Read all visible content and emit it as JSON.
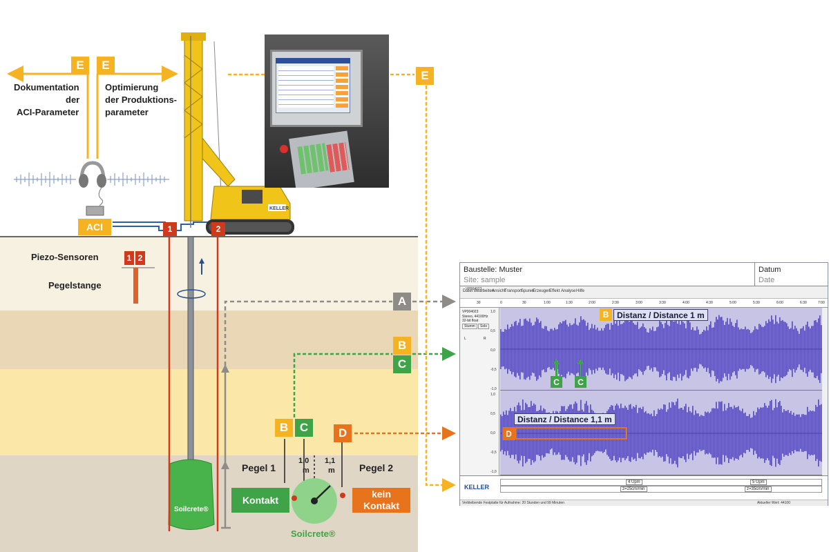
{
  "labels": {
    "doc": [
      "Dokumentation",
      "der",
      "ACI-Parameter"
    ],
    "opt": [
      "Optimierung",
      "der Produktions-",
      "parameter"
    ],
    "aci": "ACI",
    "piezo": "Piezo-Sensoren",
    "pegelstange": "Pegelstange",
    "soilcrete": "Soilcrete®",
    "pegel1": "Pegel 1",
    "pegel2": "Pegel 2",
    "kontakt": "Kontakt",
    "kein_kontakt": [
      "kein",
      "Kontakt"
    ],
    "dist1": [
      "1,0",
      "m"
    ],
    "dist2": [
      "1,1",
      "m"
    ],
    "sensor1": "1",
    "sensor2": "2"
  },
  "tags": {
    "A": "A",
    "B": "B",
    "C": "C",
    "D": "D",
    "E": "E"
  },
  "window": {
    "baustelle": "Baustelle: Muster",
    "site": "Site: sample",
    "datum": "Datum",
    "date": "Date",
    "title": "VP004023",
    "menu": [
      "Datei",
      "Bearbeiten",
      "Ansicht",
      "Transport",
      "Spuren",
      "Erzeugen",
      "Effekt",
      "Analyse",
      "Hilfe"
    ],
    "ruler_ticks": [
      "30",
      "0",
      "30",
      "1:00",
      "1:30",
      "2:00",
      "2:30",
      "3:00",
      "3:30",
      "4:00",
      "4:30",
      "5:00",
      "5:30",
      "6:00",
      "6:30",
      "7:00"
    ],
    "track1_label": "Distanz / Distance 1 m",
    "track2_label": "Distanz / Distance 1,1 m",
    "axis_values": [
      "1,0",
      "0,5",
      "0,0",
      "-0,5",
      "-1,0"
    ],
    "side_labels": [
      "VP004023",
      "Stereo, 44100Hz",
      "32-bit float",
      "Stumm",
      "Solo",
      "L",
      "R"
    ],
    "bottom_values": [
      "4 Upm",
      "5 Upm",
      "z=25cm/min",
      "z=35cm/min"
    ],
    "logo": "KELLER",
    "status_left": "Verbleibende Festplatte für Aufnahme: 20 Stunden und 99 Minuten",
    "status_right": "Aktueller Wert: 44100"
  },
  "colors": {
    "yellow": "#f5b324",
    "green": "#3fa447",
    "orange": "#e8731d",
    "grey": "#8f8b86",
    "red": "#cf3a1c",
    "waveform": "#5549b4"
  }
}
